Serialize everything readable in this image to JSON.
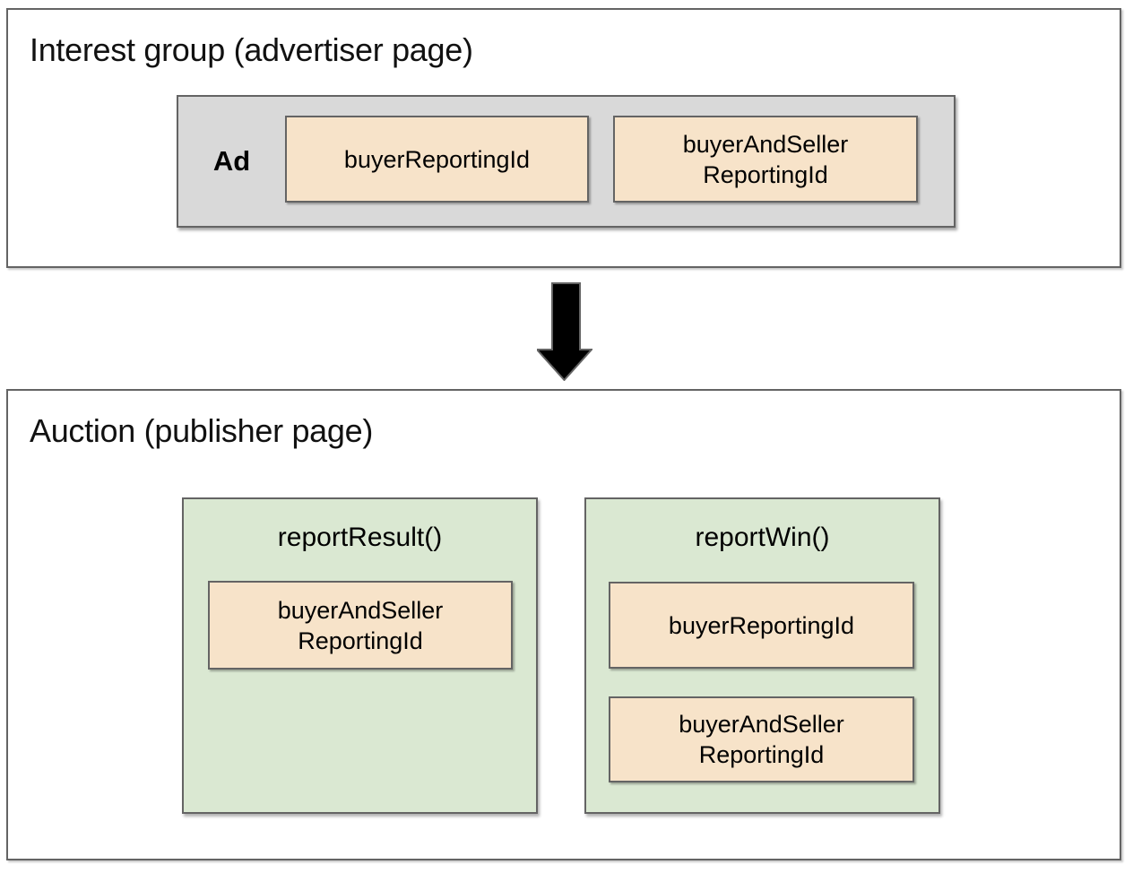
{
  "colors": {
    "background": "#FFFFFF",
    "box_border": "#646464",
    "ad_fill": "#D9D9D9",
    "id_chip_fill": "#F7E3C9",
    "function_fill": "#DAE8D2",
    "arrow_fill": "#000000"
  },
  "icons": {
    "flow_arrow": "down-arrow"
  },
  "interest_group": {
    "title": "Interest group (advertiser page)",
    "ad": {
      "label": "Ad",
      "ids": [
        {
          "label": "buyerReportingId"
        },
        {
          "label": "buyerAndSeller\nReportingId"
        }
      ]
    }
  },
  "auction": {
    "title": "Auction (publisher page)",
    "functions": [
      {
        "name": "reportResult()",
        "ids": [
          {
            "label": "buyerAndSeller\nReportingId"
          }
        ]
      },
      {
        "name": "reportWin()",
        "ids": [
          {
            "label": "buyerReportingId"
          },
          {
            "label": "buyerAndSeller\nReportingId"
          }
        ]
      }
    ]
  }
}
